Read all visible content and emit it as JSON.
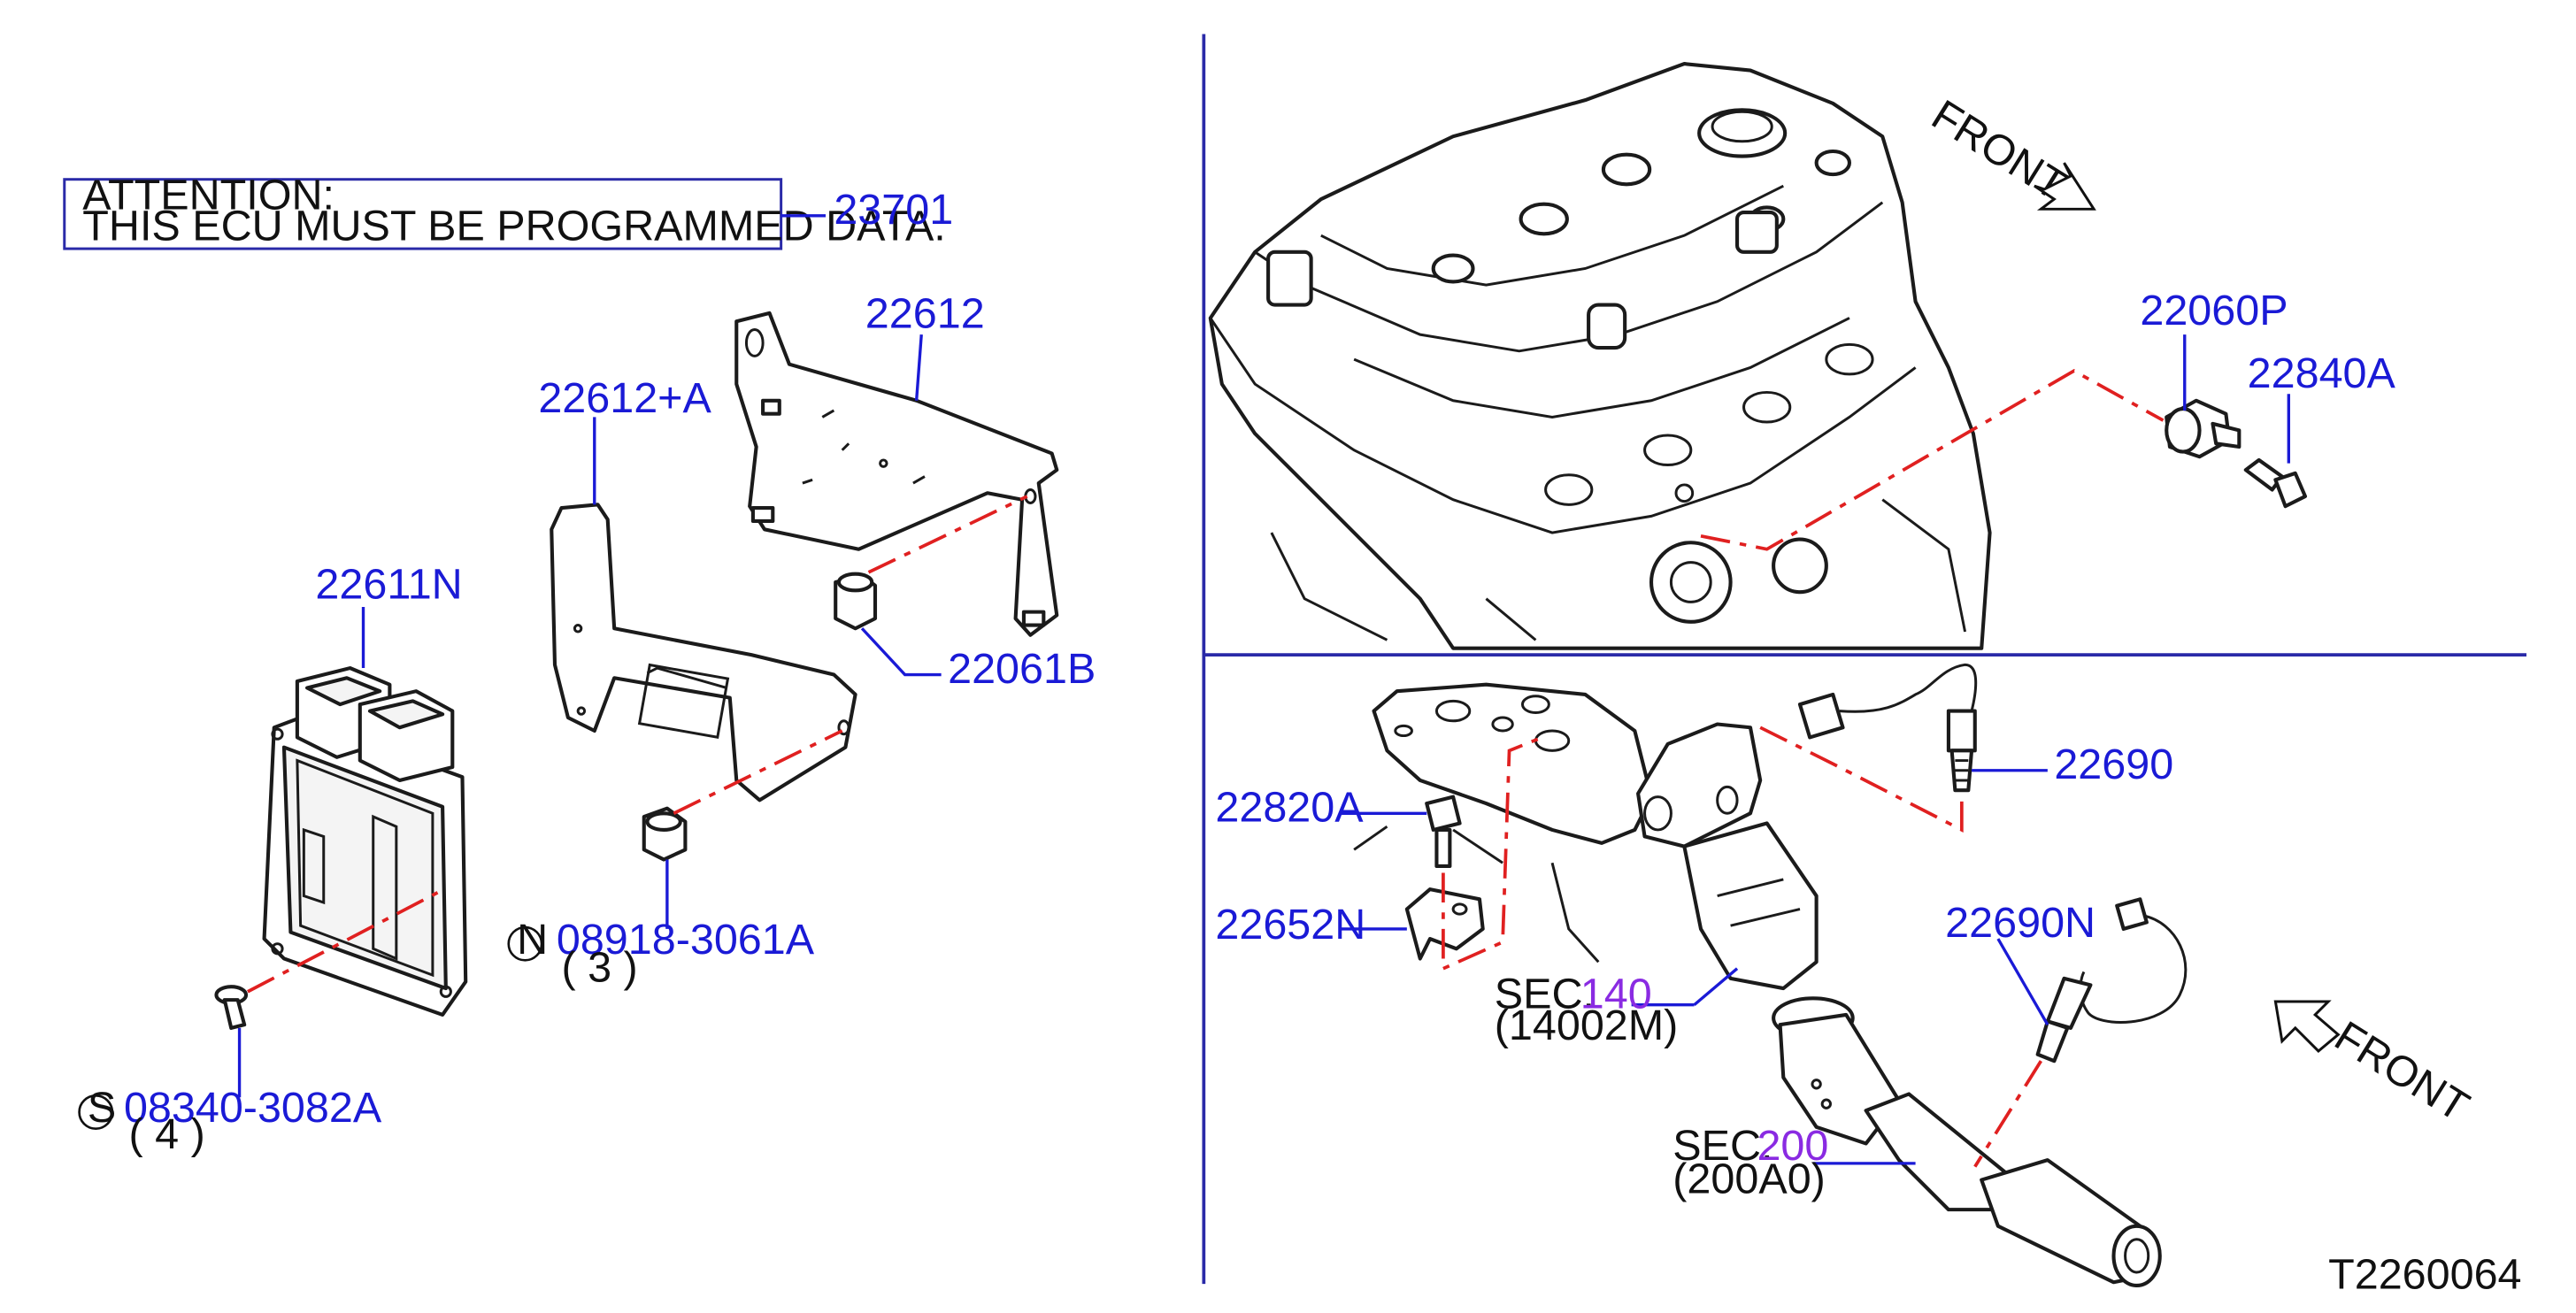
{
  "colors": {
    "part_number": "#1a1ad6",
    "section_number": "#8a2be2",
    "text": "#111111",
    "leader_line": "#1a1ad6",
    "mounting_line": "#e02020",
    "divider": "#2a2aa8"
  },
  "attention_box": {
    "line1": "ATTENTION:",
    "line2": "THIS  ECU  MUST  BE  PROGRAMMED  DATA."
  },
  "labels": {
    "ecu_part": "23701",
    "bracket_upper": "22612",
    "bracket_lower": "22612+A",
    "ecu_module": "22611N",
    "grommet": "22061B",
    "nut_symbol": "N",
    "nut": "08918-3061A",
    "nut_qty": "(   3   )",
    "screw_symbol": "S",
    "screw": "08340-3082A",
    "screw_qty": "(   4   )",
    "knock_sensor": "22060P",
    "knock_bolt": "22840A",
    "bolt_bracket": "22820A",
    "sensor_bracket": "22652N",
    "o2_sensor_front": "22690",
    "o2_sensor_rear": "22690N",
    "sec_140_prefix": "SEC.",
    "sec_140_number": "140",
    "sec_140_ref": "(14002M)",
    "sec_200_prefix": "SEC.",
    "sec_200_number": "200",
    "sec_200_ref": "(200A0)",
    "front_upper": "FRONT",
    "front_lower": "FRONT",
    "diagram_id": "T2260064"
  }
}
